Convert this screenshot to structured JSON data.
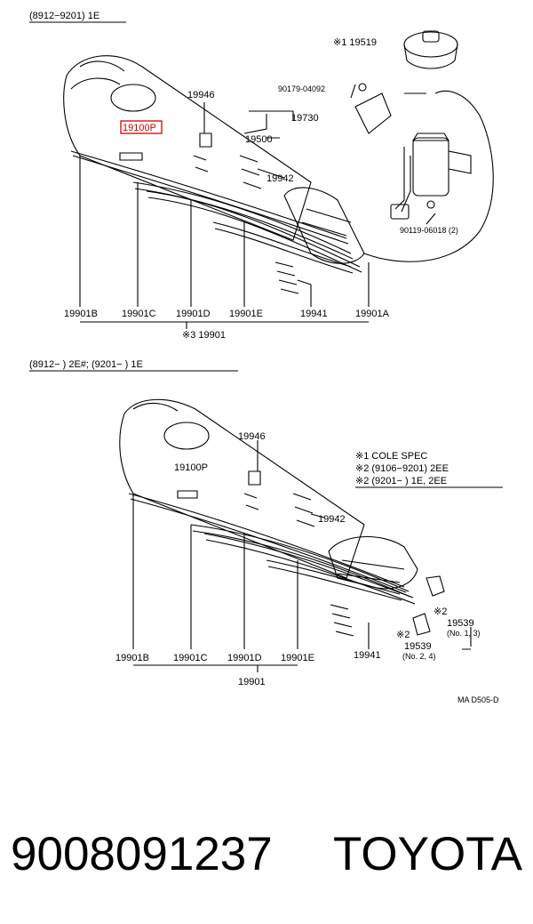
{
  "diagram": {
    "top": {
      "header": "(8912−9201) 1E",
      "cap_label": "※1 19519",
      "bolt_label": "90179-04092",
      "bracket_label": "19730",
      "coil_label": "19500",
      "screw_label": "90119-06018 (2)",
      "plug_label": "19946",
      "highlight_label": "19100P",
      "clamp_label": "19942",
      "parts": [
        "19901B",
        "19901C",
        "19901D",
        "19901E",
        "19941",
        "19901A"
      ],
      "set_label": "※3 19901"
    },
    "bottom": {
      "header": "(8912−        ) 2E#; (9201−        ) 1E",
      "plug_label": "19946",
      "sensor_label": "19100P",
      "clamp_label": "19942",
      "notes": [
        "※1 COLE SPEC",
        "※2 (9106−9201) 2EE",
        "※2 (9201−        ) 1E, 2EE"
      ],
      "cap_a_mark": "※2",
      "cap_a_label": "19539",
      "cap_a_sub": "(No. 1, 3)",
      "cap_b_mark": "※2",
      "cap_b_label": "19539",
      "cap_b_sub": "(No. 2, 4)",
      "parts": [
        "19901B",
        "19901C",
        "19901D",
        "19901E",
        "19941"
      ],
      "set_label": "19901"
    },
    "code": "MA D505-D"
  },
  "footer": {
    "part_number": "9008091237",
    "brand": "TOYOTA"
  },
  "colors": {
    "highlight": "#d40000",
    "line": "#000000"
  }
}
